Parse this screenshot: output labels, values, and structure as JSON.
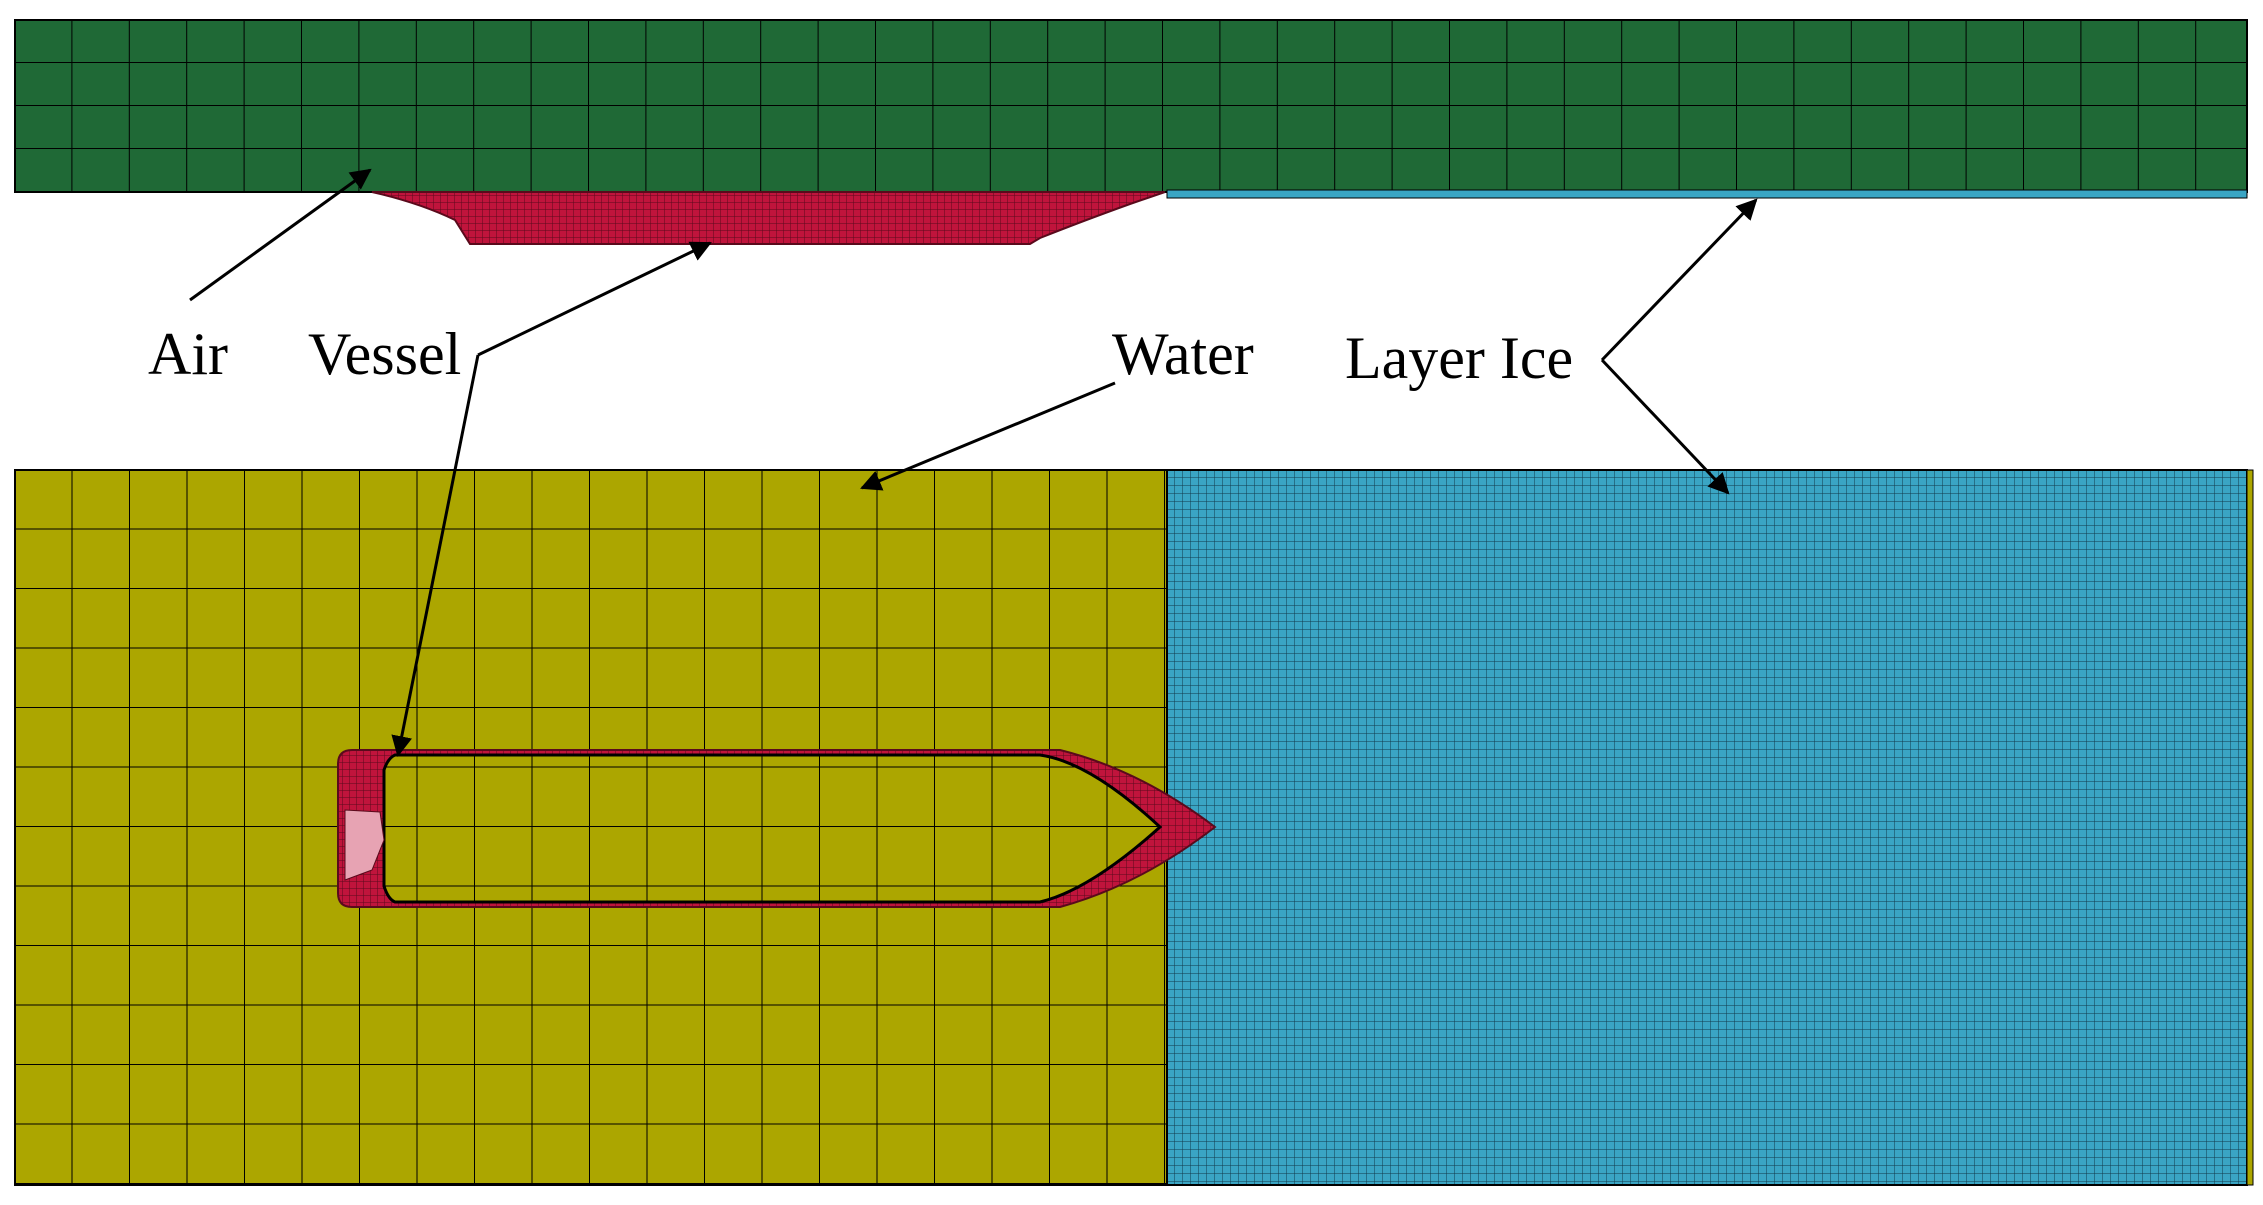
{
  "labels": {
    "air": "Air",
    "vessel": "Vessel",
    "water": "Water",
    "layer_ice": "Layer Ice"
  },
  "colors": {
    "air": "#1f6936",
    "water": "#aca600",
    "ice": "#3aa5c4",
    "vessel": "#c0143c",
    "vessel_mesh": "#5a0a1c",
    "mesh_line": "#000000",
    "background": "#ffffff"
  }
}
